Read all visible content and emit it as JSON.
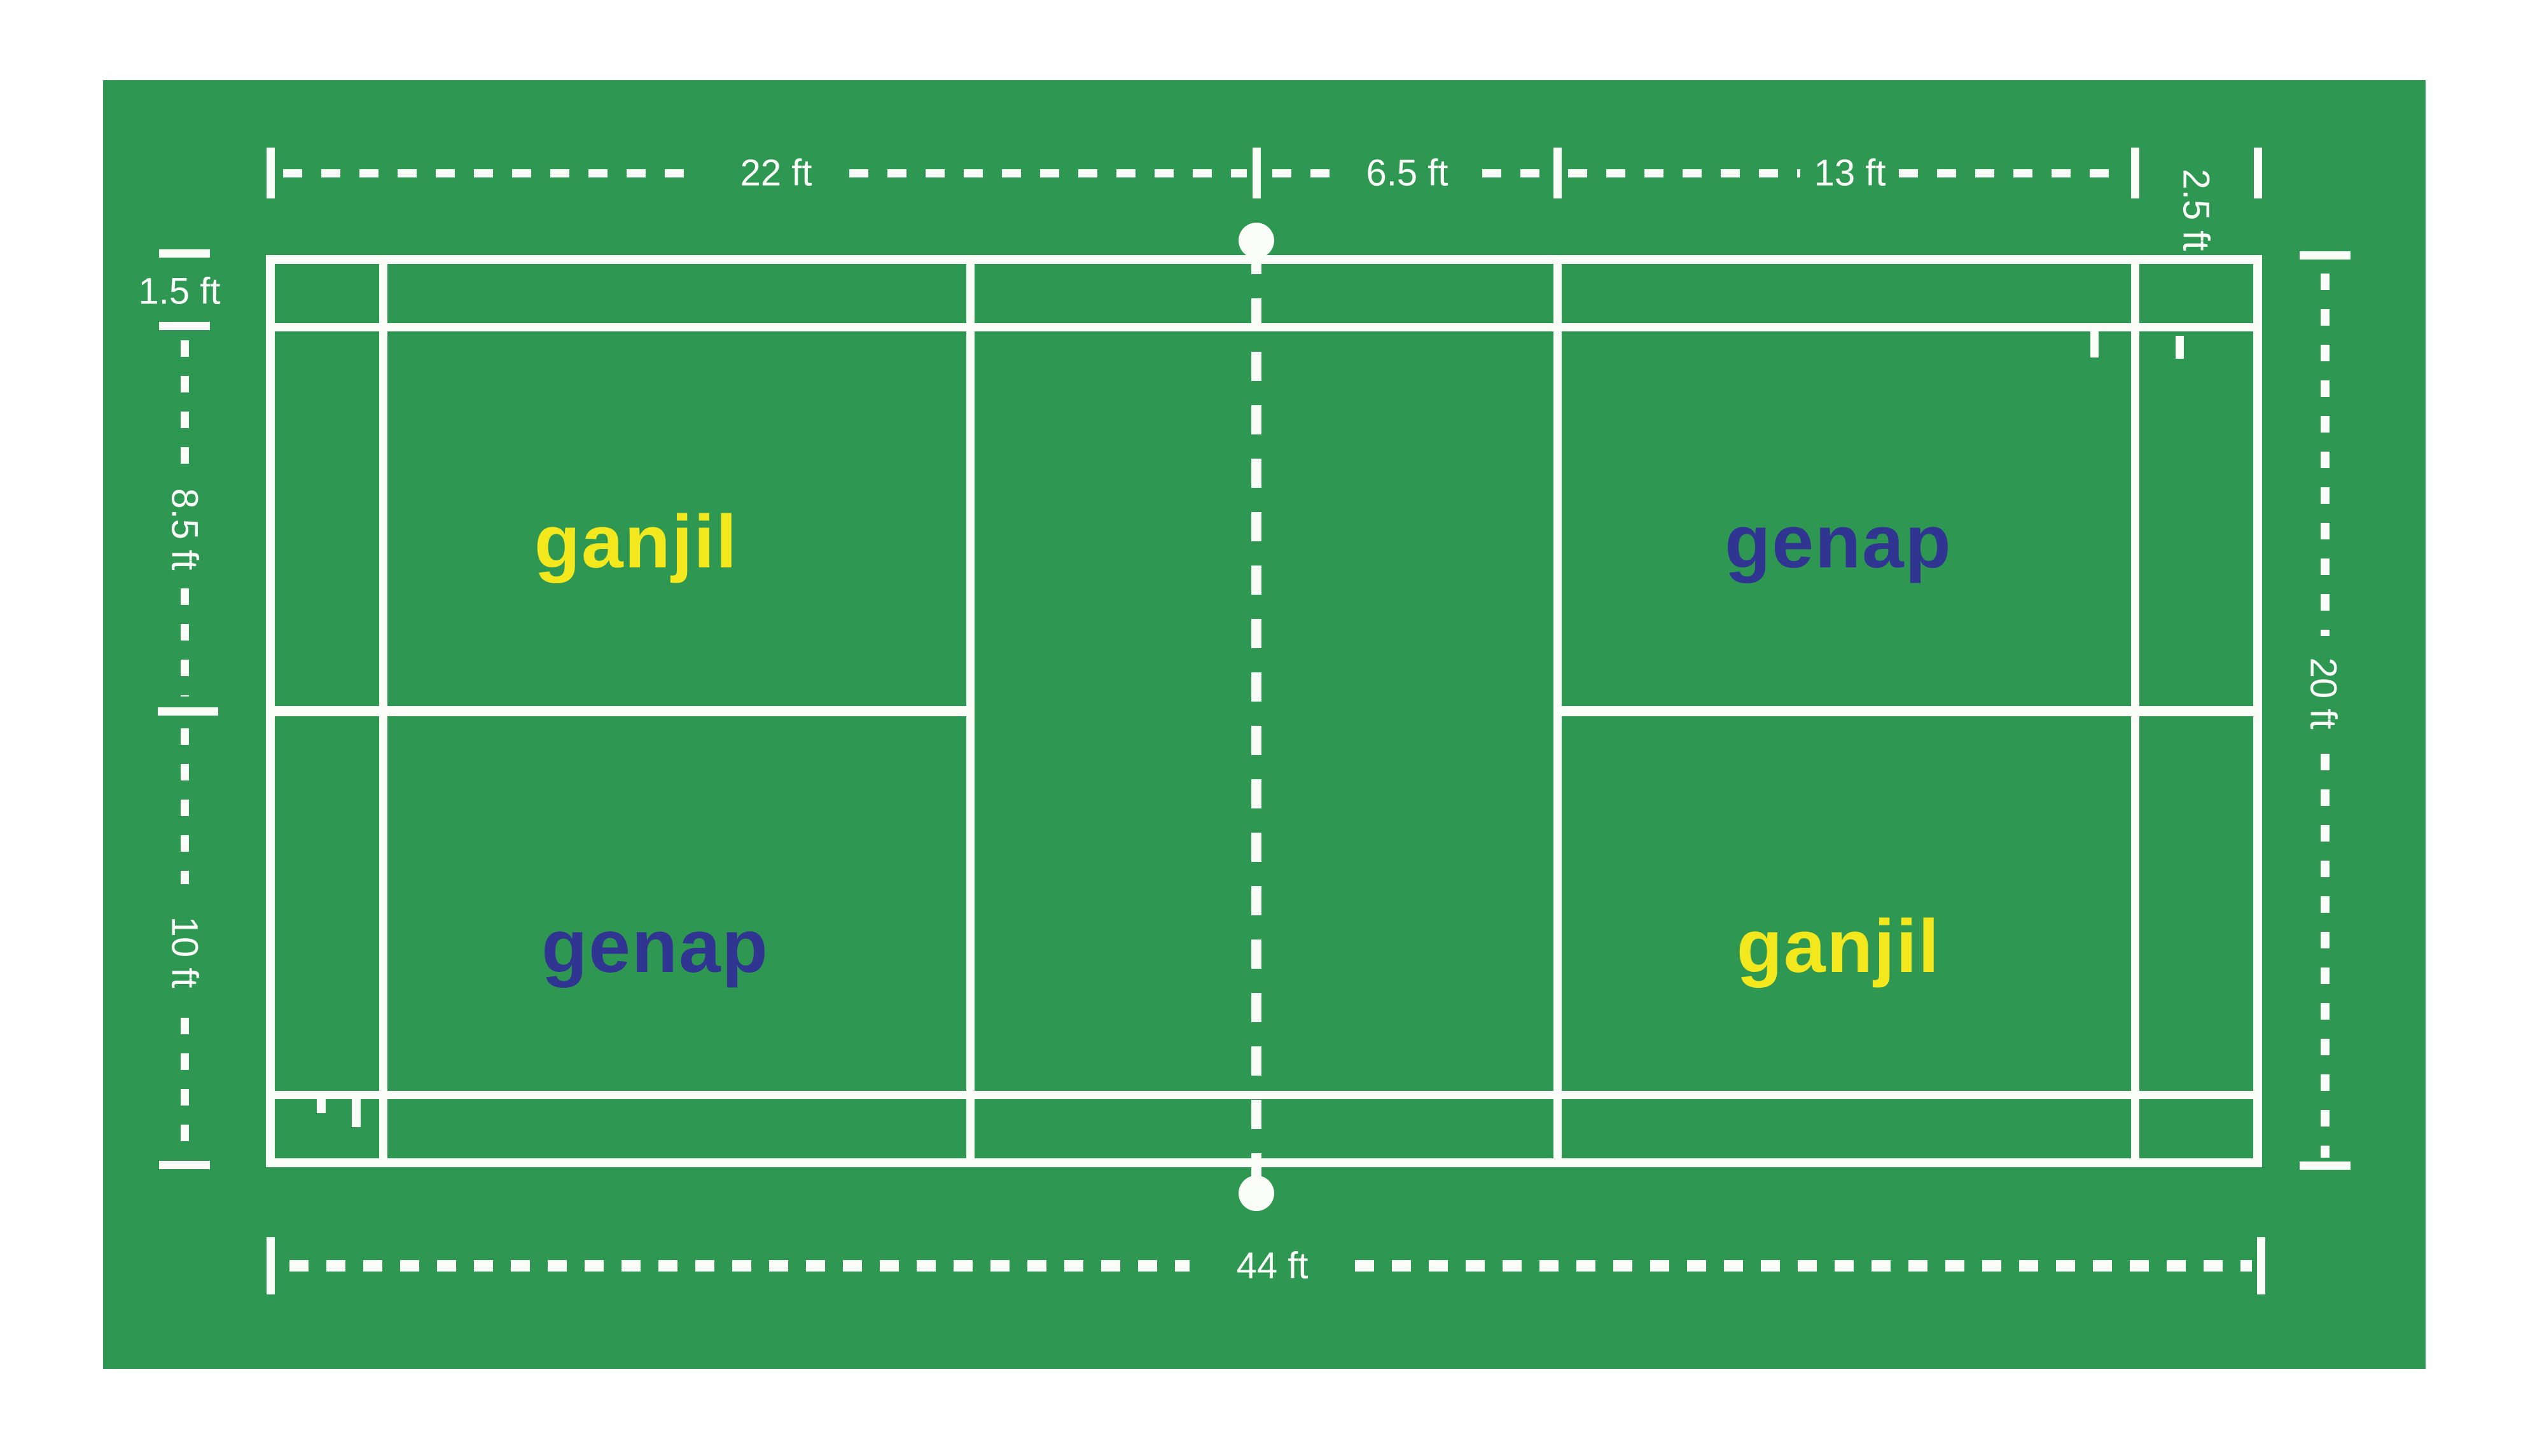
{
  "diagram": {
    "type": "badminton-court-dimensions",
    "colors": {
      "background": "#ffffff",
      "field_green": "#2e9853",
      "line_white": "#fafcf8",
      "label_yellow": "#f3e81d",
      "label_navy": "#2f3590"
    },
    "dimensions": {
      "top": [
        {
          "label": "22 ft"
        },
        {
          "label": "6.5 ft"
        },
        {
          "label": "13 ft"
        },
        {
          "label": "2.5 ft"
        }
      ],
      "left": [
        {
          "label": "1.5 ft"
        },
        {
          "label": "8.5 ft"
        },
        {
          "label": "10 ft"
        }
      ],
      "right": [
        {
          "label": "20 ft"
        }
      ],
      "bottom": [
        {
          "label": "44 ft"
        }
      ]
    },
    "quadrants": [
      {
        "position": "top-left",
        "label": "ganjil",
        "color": "yellow"
      },
      {
        "position": "top-right",
        "label": "genap",
        "color": "navy"
      },
      {
        "position": "bottom-left",
        "label": "genap",
        "color": "navy"
      },
      {
        "position": "bottom-right",
        "label": "ganjil",
        "color": "yellow"
      }
    ]
  }
}
